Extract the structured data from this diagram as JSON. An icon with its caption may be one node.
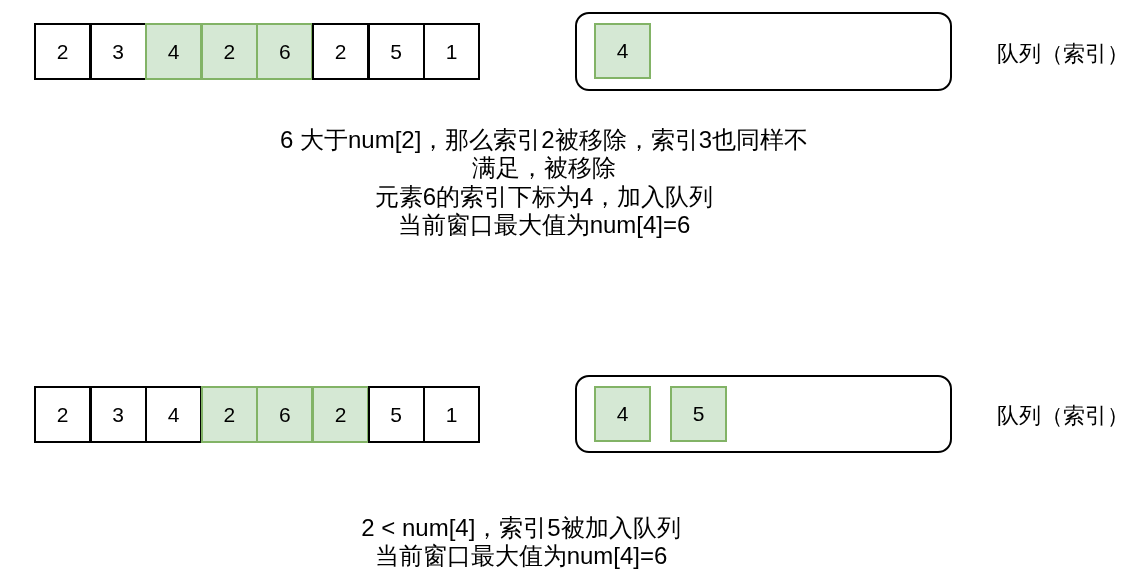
{
  "diagram": {
    "nodes": [
      {
        "text": [
          "2"
        ]
      },
      {
        "text": [
          "3"
        ]
      },
      {
        "text": [
          "4"
        ]
      },
      {
        "text": [
          "2"
        ]
      },
      {
        "text": [
          "6"
        ]
      },
      {
        "text": [
          "2"
        ]
      },
      {
        "text": [
          "5"
        ]
      },
      {
        "text": [
          "1"
        ]
      },
      {
        "text": [],
        "shape": "box"
      },
      {
        "text": [
          "4"
        ],
        "in": 8
      },
      {
        "text": [
          "2"
        ]
      },
      {
        "text": [
          "3"
        ]
      },
      {
        "text": [
          "4"
        ]
      },
      {
        "text": [
          "2"
        ]
      },
      {
        "text": [
          "6"
        ]
      },
      {
        "text": [
          "2"
        ]
      },
      {
        "text": [
          "5"
        ]
      },
      {
        "text": [
          "1"
        ]
      },
      {
        "text": [],
        "shape": "box"
      },
      {
        "text": [
          "4"
        ],
        "in": 18
      },
      {
        "text": [
          "5"
        ],
        "in": 18
      }
    ],
    "labels": [
      "队列（索引）",
      "6 大于num[2]，那么索引2被移除，索引3也同样不满足，被移除",
      "元素6的索引下标为4，加入队列",
      "当前窗口最大值为num[4]=6",
      "队列（索引）",
      "2 < num[4]，索引5被加入队列",
      "当前窗口最大值为num[4]=6"
    ]
  }
}
